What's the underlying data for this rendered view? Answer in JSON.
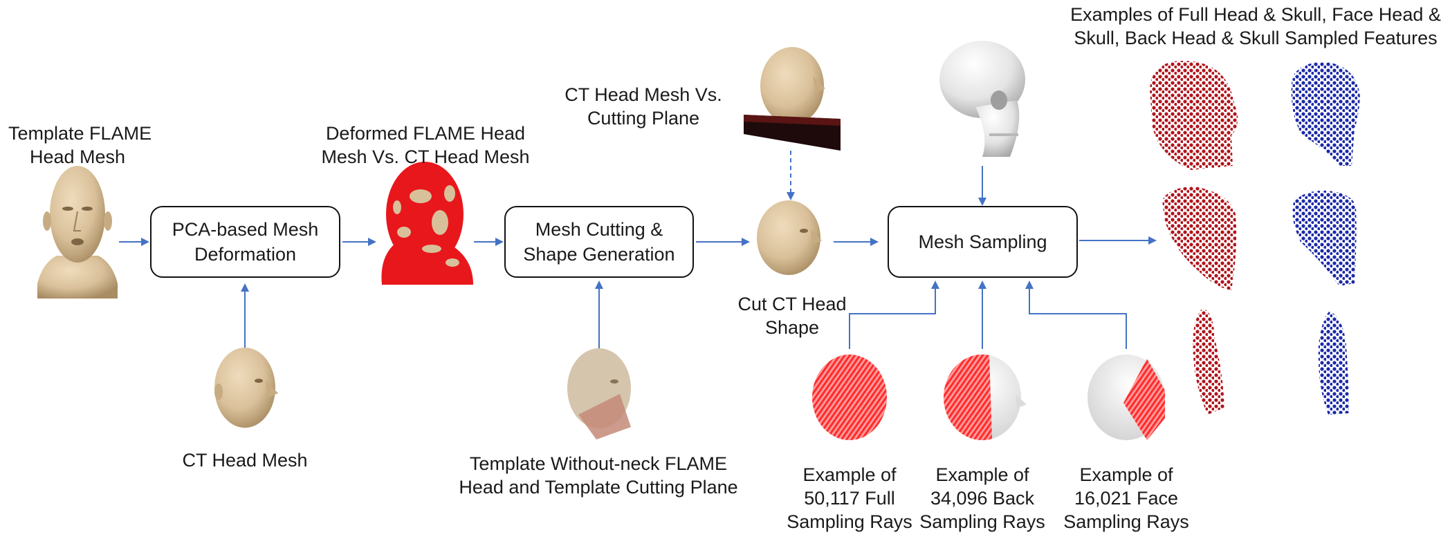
{
  "labels": {
    "template_flame": [
      "Template FLAME",
      "Head Mesh"
    ],
    "deformed_flame": [
      "Deformed FLAME Head",
      "Mesh Vs. CT Head Mesh"
    ],
    "ct_vs_plane": [
      "CT Head Mesh Vs.",
      "Cutting Plane"
    ],
    "examples_title": [
      "Examples of Full Head & Skull, Face Head &",
      "Skull, Back Head & Skull Sampled Features"
    ],
    "ct_head_mesh": "CT Head Mesh",
    "template_without_neck": [
      "Template Without-neck FLAME",
      "Head and Template Cutting Plane"
    ],
    "cut_ct": [
      "Cut CT Head",
      "Shape"
    ],
    "full_rays": [
      "Example of",
      "50,117 Full",
      "Sampling Rays"
    ],
    "back_rays": [
      "Example of",
      "34,096 Back",
      "Sampling Rays"
    ],
    "face_rays": [
      "Example of",
      "16,021 Face",
      "Sampling Rays"
    ]
  },
  "boxes": {
    "pca": [
      "PCA-based Mesh",
      "Deformation"
    ],
    "cutting": [
      "Mesh Cutting &",
      "Shape Generation"
    ],
    "sampling": [
      "Mesh Sampling"
    ]
  },
  "colors": {
    "arrow": "#4472c4",
    "skin": "#d9c09a",
    "red_points": "#b0141c",
    "blue_points": "#1c2aa8",
    "ray_red": "#ff2b2b"
  }
}
